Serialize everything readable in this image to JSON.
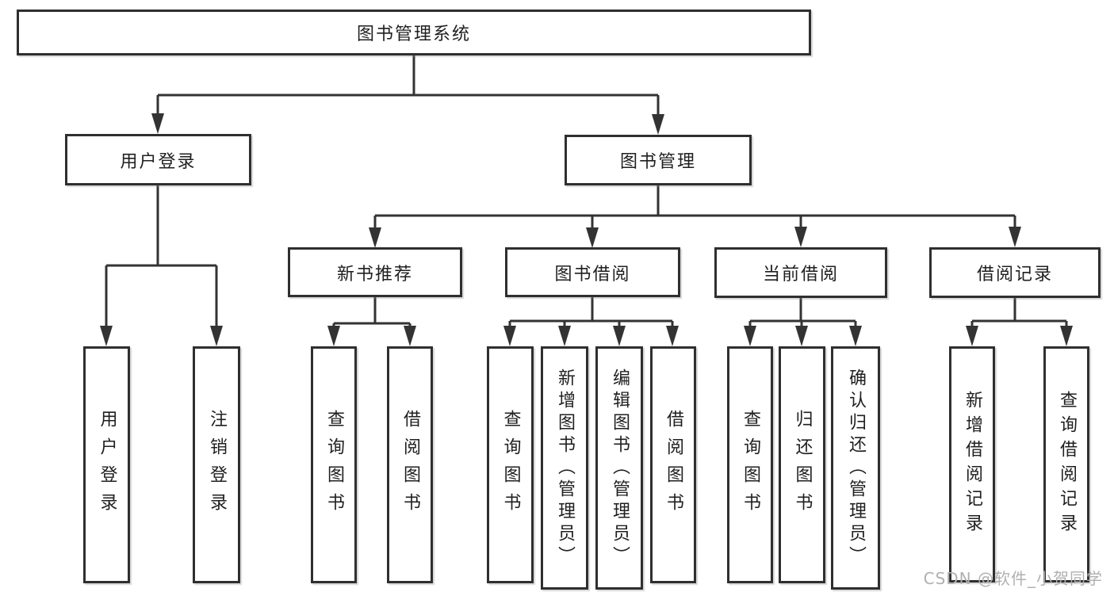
{
  "title": "图书管理系统",
  "watermark": {
    "text": "CSDN @软件_小贺同学"
  },
  "colors": {
    "line": "#333333",
    "box_border": "#2f2f2f",
    "text": "#1f1f1f",
    "watermark": "#b0b0b0",
    "background": "#ffffff"
  },
  "tree": {
    "root": {
      "label": "图书管理系统",
      "children": [
        {
          "label": "用户登录",
          "children": [
            {
              "label": "用户登录"
            },
            {
              "label": "注销登录"
            }
          ]
        },
        {
          "label": "图书管理",
          "children": [
            {
              "label": "新书推荐",
              "children": [
                {
                  "label": "查询图书"
                },
                {
                  "label": "借阅图书"
                }
              ]
            },
            {
              "label": "图书借阅",
              "children": [
                {
                  "label": "查询图书"
                },
                {
                  "label": "新增图书（管理员）"
                },
                {
                  "label": "编辑图书（管理员）"
                },
                {
                  "label": "借阅图书"
                }
              ]
            },
            {
              "label": "当前借阅",
              "children": [
                {
                  "label": "查询图书"
                },
                {
                  "label": "归还图书"
                },
                {
                  "label": "确认归还（管理员）"
                }
              ]
            },
            {
              "label": "借阅记录",
              "children": [
                {
                  "label": "新增借阅记录"
                },
                {
                  "label": "查询借阅记录"
                }
              ]
            }
          ]
        }
      ]
    }
  }
}
